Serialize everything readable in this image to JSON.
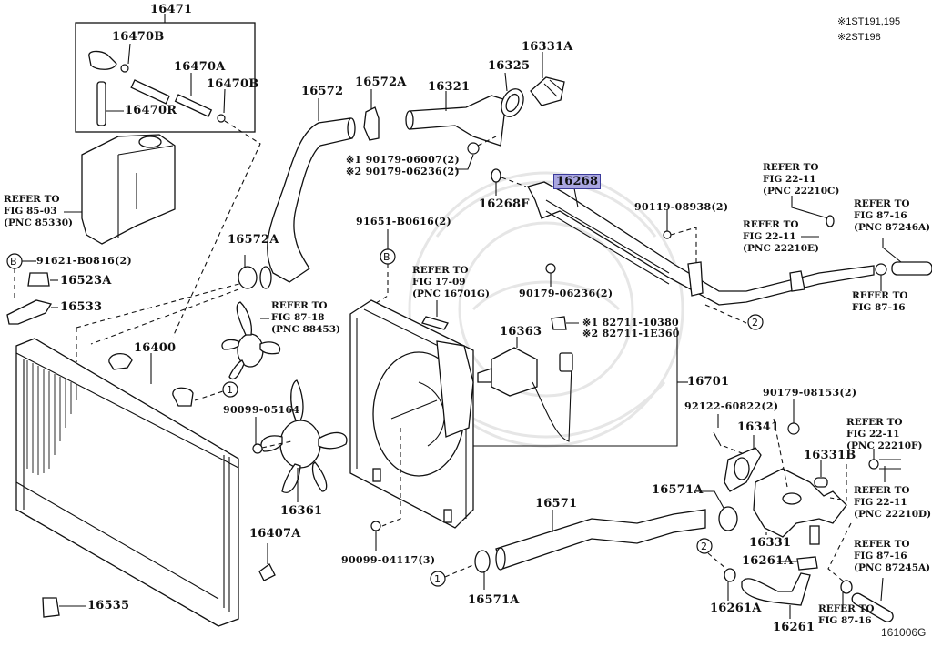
{
  "figure_id": "161006G",
  "notes": [
    {
      "mark": "※1",
      "text": "ST191,195"
    },
    {
      "mark": "※2",
      "text": "ST198"
    }
  ],
  "highlighted_part": "16268",
  "highlight_color": "#a9a6e0",
  "callout_markers": {
    "one": "1",
    "two": "2",
    "b": "B"
  },
  "parts": {
    "p16471": "16471",
    "p16470B_a": "16470B",
    "p16470A": "16470A",
    "p16470B_b": "16470B",
    "p16470R": "16470R",
    "p16572": "16572",
    "p16572A_top": "16572A",
    "p16321": "16321",
    "p16325": "16325",
    "p16331A": "16331A",
    "bolt_90179_a1": "※1 90179-06007(2)",
    "bolt_90179_a2": "※2 90179-06236(2)",
    "p16268": "16268",
    "p16268F": "16268F",
    "p90119": "90119-08938(2)",
    "p91651": "91651-B0616(2)",
    "p16572A_mid": "16572A",
    "p91621": "91621-B0816(2)",
    "p16523A": "16523A",
    "p16533": "16533",
    "p16400": "16400",
    "p90179_06236": "90179-06236(2)",
    "p82711_1": "※1 82711-10380",
    "p82711_2": "※2 82711-1E360",
    "p16363": "16363",
    "p16701": "16701",
    "p90099_05164": "90099-05164",
    "p16361": "16361",
    "p90179_08153": "90179-08153(2)",
    "p92122": "92122-60822(2)",
    "p16341": "16341",
    "p16331B": "16331B",
    "p16571A_right": "16571A",
    "p16571": "16571",
    "p16331": "16331",
    "p16407A": "16407A",
    "p90099_04117": "90099-04117(3)",
    "p16571A_bottom": "16571A",
    "p16261A_top": "16261A",
    "p16261A_bottom": "16261A",
    "p16261": "16261",
    "p16535": "16535"
  },
  "references": {
    "ref_85_03": "REFER TO\nFIG 85-03\n(PNC 85330)",
    "ref_87_18": "REFER TO\nFIG 87-18\n(PNC 88453)",
    "ref_17_09": "REFER TO\nFIG 17-09\n(PNC 16701G)",
    "ref_22_11_c": "REFER TO\nFIG 22-11\n(PNC 22210C)",
    "ref_87_16_a": "REFER TO\nFIG 87-16\n(PNC 87246A)",
    "ref_22_11_e": "REFER TO\nFIG 22-11\n(PNC 22210E)",
    "ref_87_16_b": "REFER TO\nFIG 87-16",
    "ref_22_11_f": "REFER TO\nFIG 22-11\n(PNC 22210F)",
    "ref_22_11_d": "REFER TO\nFIG 22-11\n(PNC 22210D)",
    "ref_87_16_c": "REFER TO\nFIG 87-16\n(PNC 87245A)",
    "ref_87_16_d": "REFER TO\nFIG 87-16"
  }
}
